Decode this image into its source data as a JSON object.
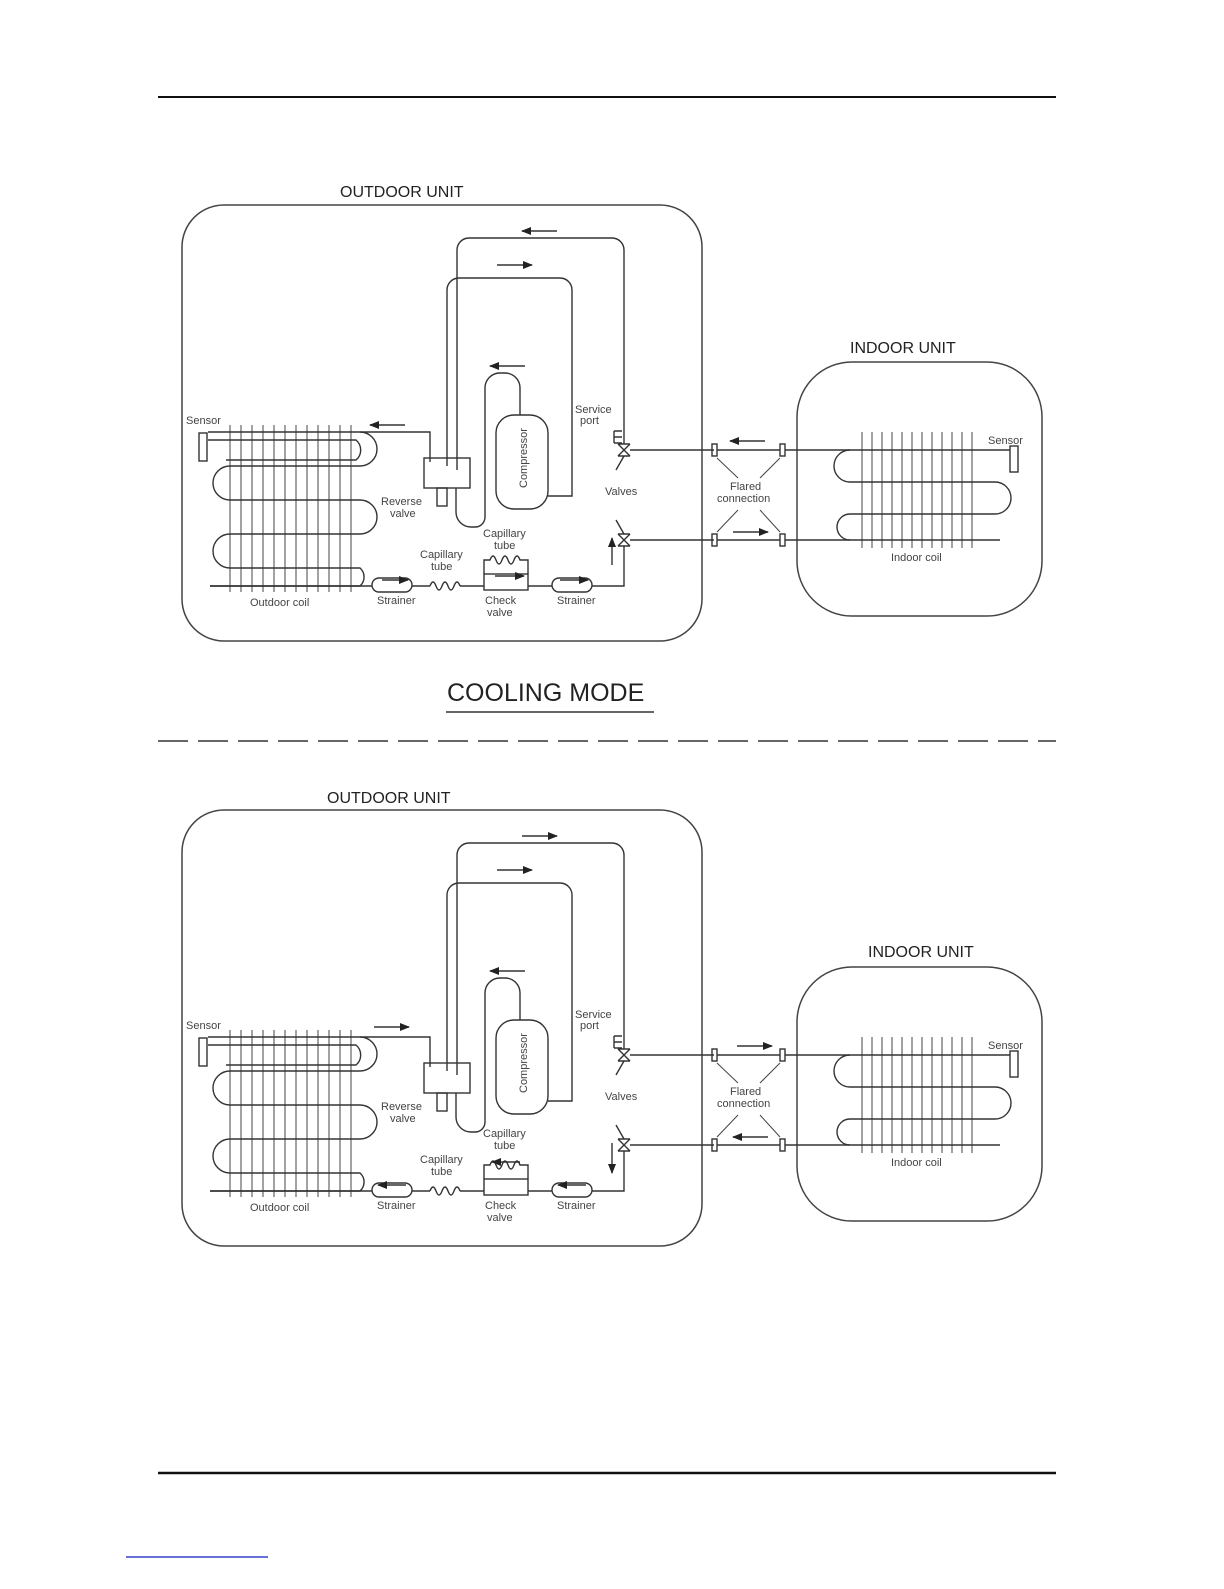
{
  "cooling": {
    "outdoor_title": "OUTDOOR UNIT",
    "indoor_title": "INDOOR UNIT",
    "sensor_outdoor": "Sensor",
    "sensor_indoor": "Sensor",
    "service_port": [
      "Service",
      "port"
    ],
    "compressor": "Compressor",
    "reverse_valve": [
      "Reverse",
      "valve"
    ],
    "valves": "Valves",
    "flared_connection": [
      "Flared",
      "connection"
    ],
    "capillary_tube_top": [
      "Capillary",
      "tube"
    ],
    "capillary_tube_left": [
      "Capillary",
      "tube"
    ],
    "strainer_left": "Strainer",
    "strainer_right": "Strainer",
    "check_valve": [
      "Check",
      "valve"
    ],
    "outdoor_coil": "Outdoor coil",
    "indoor_coil": "Indoor coil",
    "mode_title": "COOLING MODE"
  },
  "heating": {
    "outdoor_title": "OUTDOOR UNIT",
    "indoor_title": "INDOOR UNIT",
    "sensor_outdoor": "Sensor",
    "sensor_indoor": "Sensor",
    "service_port": [
      "Service",
      "port"
    ],
    "compressor": "Compressor",
    "reverse_valve": [
      "Reverse",
      "valve"
    ],
    "valves": "Valves",
    "flared_connection": [
      "Flared",
      "connection"
    ],
    "capillary_tube_top": [
      "Capillary",
      "tube"
    ],
    "capillary_tube_left": [
      "Capillary",
      "tube"
    ],
    "strainer_left": "Strainer",
    "strainer_right": "Strainer",
    "check_valve": [
      "Check",
      "valve"
    ],
    "outdoor_coil": "Outdoor coil",
    "indoor_coil": "Indoor coil"
  },
  "colors": {
    "line": "#333333",
    "link": "#3344cc"
  }
}
